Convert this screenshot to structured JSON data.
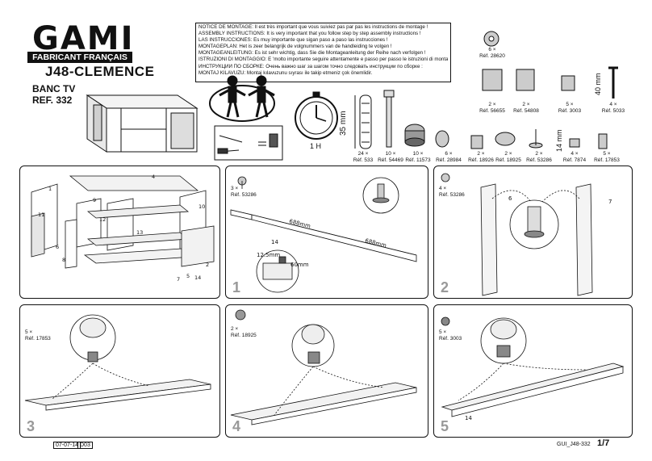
{
  "header": {
    "brand": "GAMI",
    "tagline": "FABRICANT FRANÇAIS",
    "model": "J48-CLEMENCE",
    "product": "BANC TV",
    "reference": "REF. 332"
  },
  "notice_lines": [
    "NOTICE DE MONTAGE: Il est très important que vous suiviez pas par pas les instructions de montage !",
    "ASSEMBLY INSTRUCTIONS: It is very important that you follow step by step assembly instructions !",
    "LAS INSTRUCCIONES: Es muy importante que sigan paso a paso las instrucciones !",
    "MONTAGEPLAN: Het is zeer belangrijk de volgnummers van de handleiding te volgen !",
    "MONTAGEANLEITUNG: Es ist sehr wichtig, dass Sie die Montageanleitung der Reihe nach verfolgen !",
    "ISTRUZIONI DI MONTAGGIO: E 'molto importante seguire attentamente e passo per passo le istruzioni di montaggio!",
    "ИНСТРУКЦИИ ПО СБОРКЕ: Очень важно шаг за шагом точно следовать инструкции по сборке :",
    "MONTAJ KILAVUZU: Montaj kılavuzunu sıyrası ile takip etmeniz çok önemlidir."
  ],
  "top_info": {
    "time_label": "1 H",
    "dowel_length": "35 mm",
    "screw_length": "40 mm",
    "foot_height": "14 mm"
  },
  "hardware": [
    {
      "qty": "6 ×",
      "ref": "Réf. 28620"
    },
    {
      "qty": "2 ×",
      "ref": "Réf. 56655"
    },
    {
      "qty": "2 ×",
      "ref": "Réf. 54808"
    },
    {
      "qty": "5 ×",
      "ref": "Réf. 3003"
    },
    {
      "qty": "4 ×",
      "ref": "Réf. 5033"
    },
    {
      "qty": "24 ×",
      "ref": "Réf. 533"
    },
    {
      "qty": "10 ×",
      "ref": "Réf. 54469"
    },
    {
      "qty": "10 ×",
      "ref": "Réf. 11573"
    },
    {
      "qty": "6 ×",
      "ref": "Réf. 28984"
    },
    {
      "qty": "2 ×",
      "ref": "Réf. 18926"
    },
    {
      "qty": "2 ×",
      "ref": "Réf. 18925"
    },
    {
      "qty": "2 ×",
      "ref": "Réf. 53286"
    },
    {
      "qty": "4 ×",
      "ref": "Réf. 7874"
    },
    {
      "qty": "5 ×",
      "ref": "Réf. 17853"
    }
  ],
  "parts_labels": [
    "1",
    "4",
    "9",
    "10",
    "11",
    "12",
    "13",
    "8",
    "6",
    "7",
    "5",
    "14",
    "2"
  ],
  "step1": {
    "number": "1",
    "qty": "3 ×",
    "ref": "Réf. 53286",
    "dim_a": "688mm",
    "dim_b": "688mm",
    "dim_c": "12.5mm",
    "dim_d": "60mm",
    "part": "14"
  },
  "step2": {
    "number": "2",
    "qty": "4 ×",
    "ref": "Réf. 53286",
    "part_left": "6",
    "part_right": "7"
  },
  "step3": {
    "number": "3",
    "qty": "5 ×",
    "ref": "Réf. 17853"
  },
  "step4": {
    "number": "4",
    "qty": "2 ×",
    "ref": "Réf. 18925"
  },
  "step5": {
    "number": "5",
    "qty": "5 ×",
    "ref": "Réf. 3003",
    "part": "14"
  },
  "footer": {
    "date": "07-07-14",
    "version": "D03",
    "doc_code": "GUI_J48-332",
    "page": "1/7"
  }
}
